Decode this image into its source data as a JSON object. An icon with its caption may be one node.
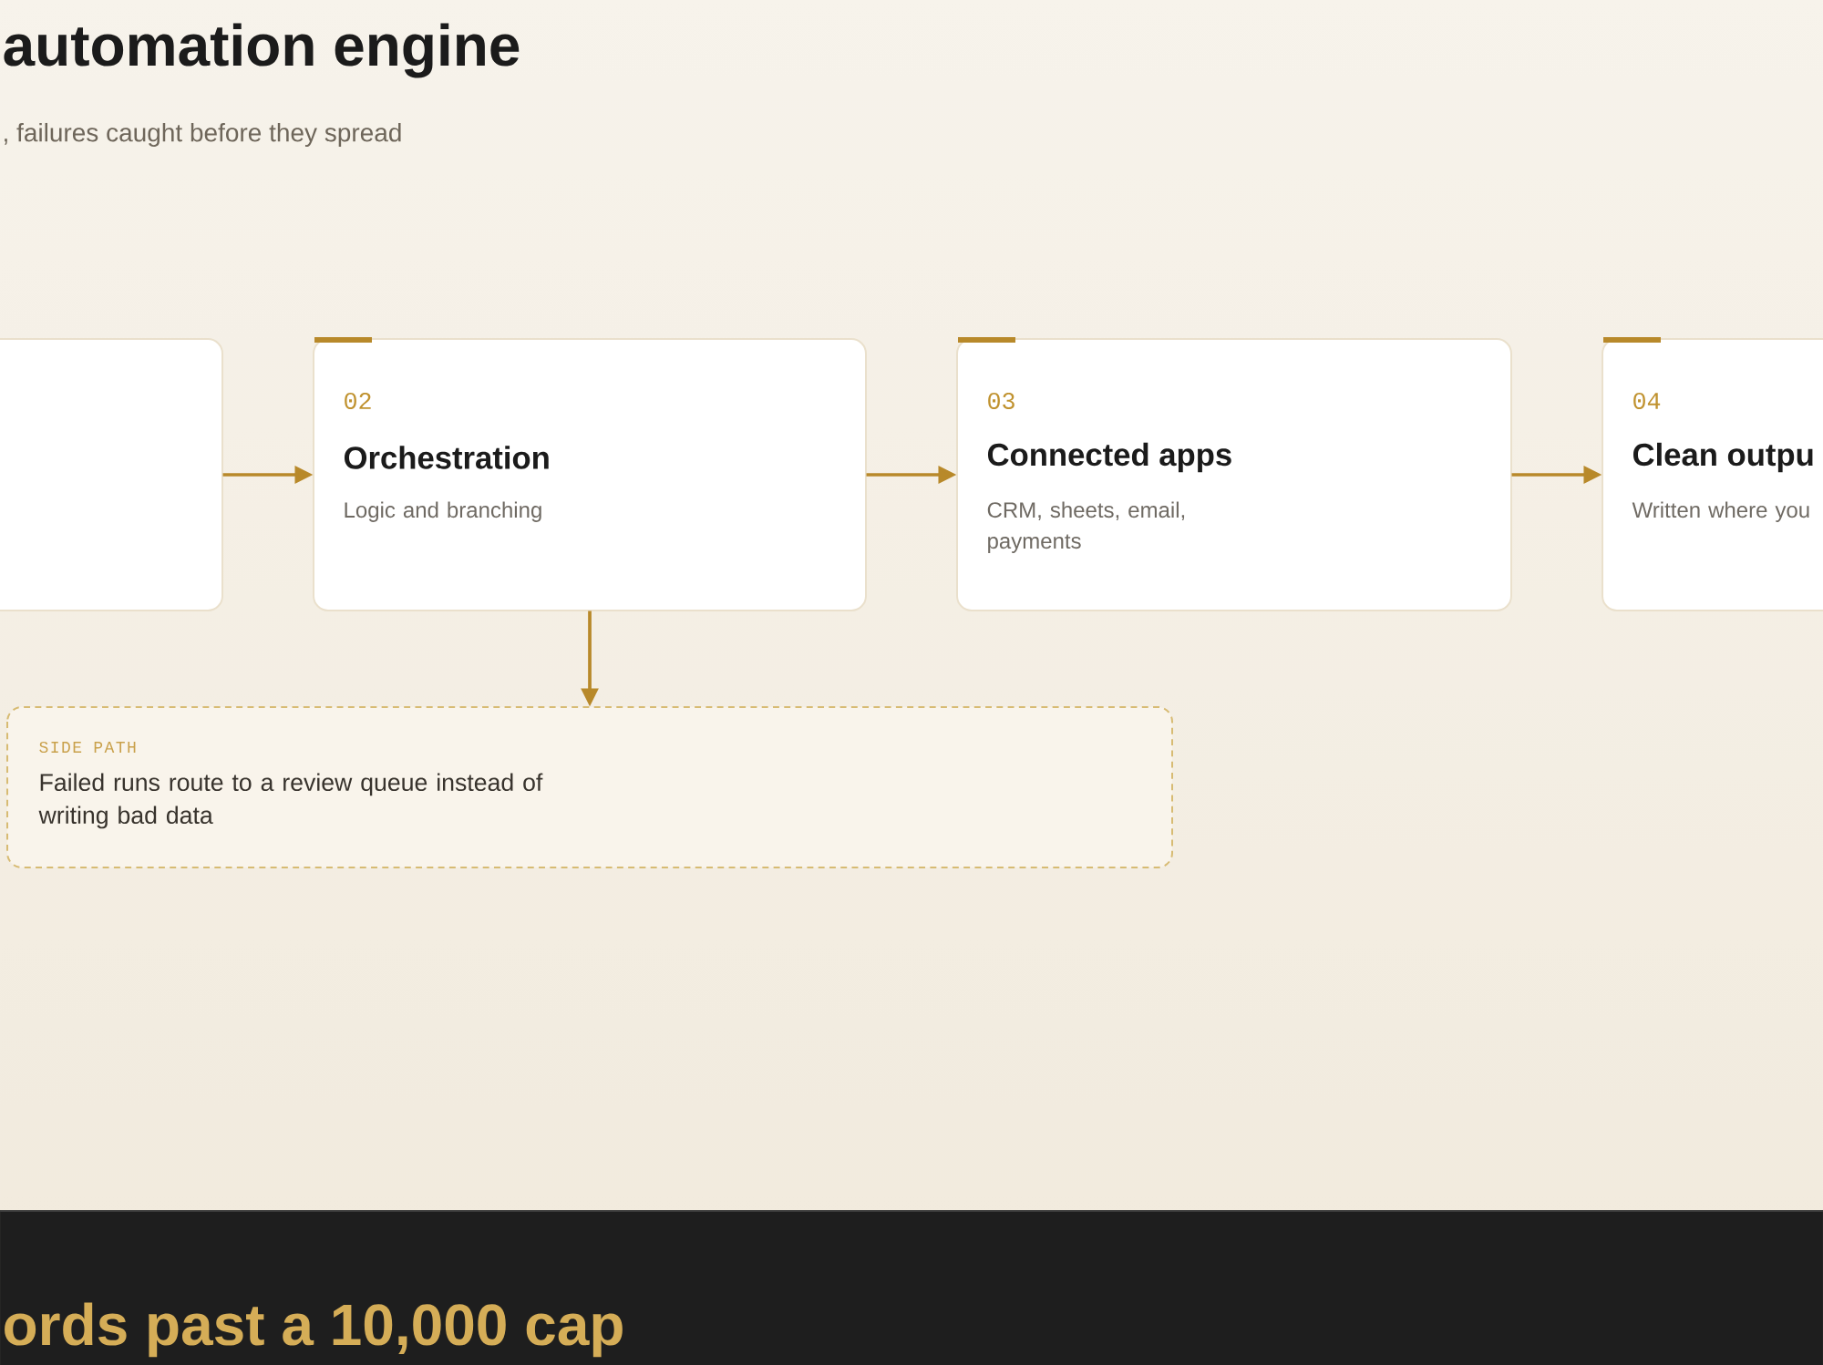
{
  "diagram": {
    "title": "automation engine",
    "nodes": [
      {
        "text": [],
        "shape": "box"
      },
      {
        "text": [
          "02",
          "Orchestration",
          "Logic and branching"
        ]
      },
      {
        "text": [
          "03",
          "Connected apps",
          "CRM, sheets, email, payments"
        ]
      },
      {
        "text": [
          "04",
          "Clean outpu",
          "Written where you"
        ]
      },
      {
        "text": [
          "SIDE PATH",
          "Failed runs route to a review queue instead of writing bad data"
        ]
      },
      {
        "text": [
          "ords past a 10,000 cap"
        ]
      }
    ],
    "edges": [
      {
        "from": 0,
        "to": 1,
        "arrow": "to"
      },
      {
        "from": 1,
        "to": 2,
        "arrow": "to"
      },
      {
        "from": 2,
        "to": 3,
        "arrow": "to"
      },
      {
        "from": 1,
        "to": 4,
        "arrow": "to"
      }
    ],
    "labels": [
      ", failures caught before they spread"
    ]
  }
}
